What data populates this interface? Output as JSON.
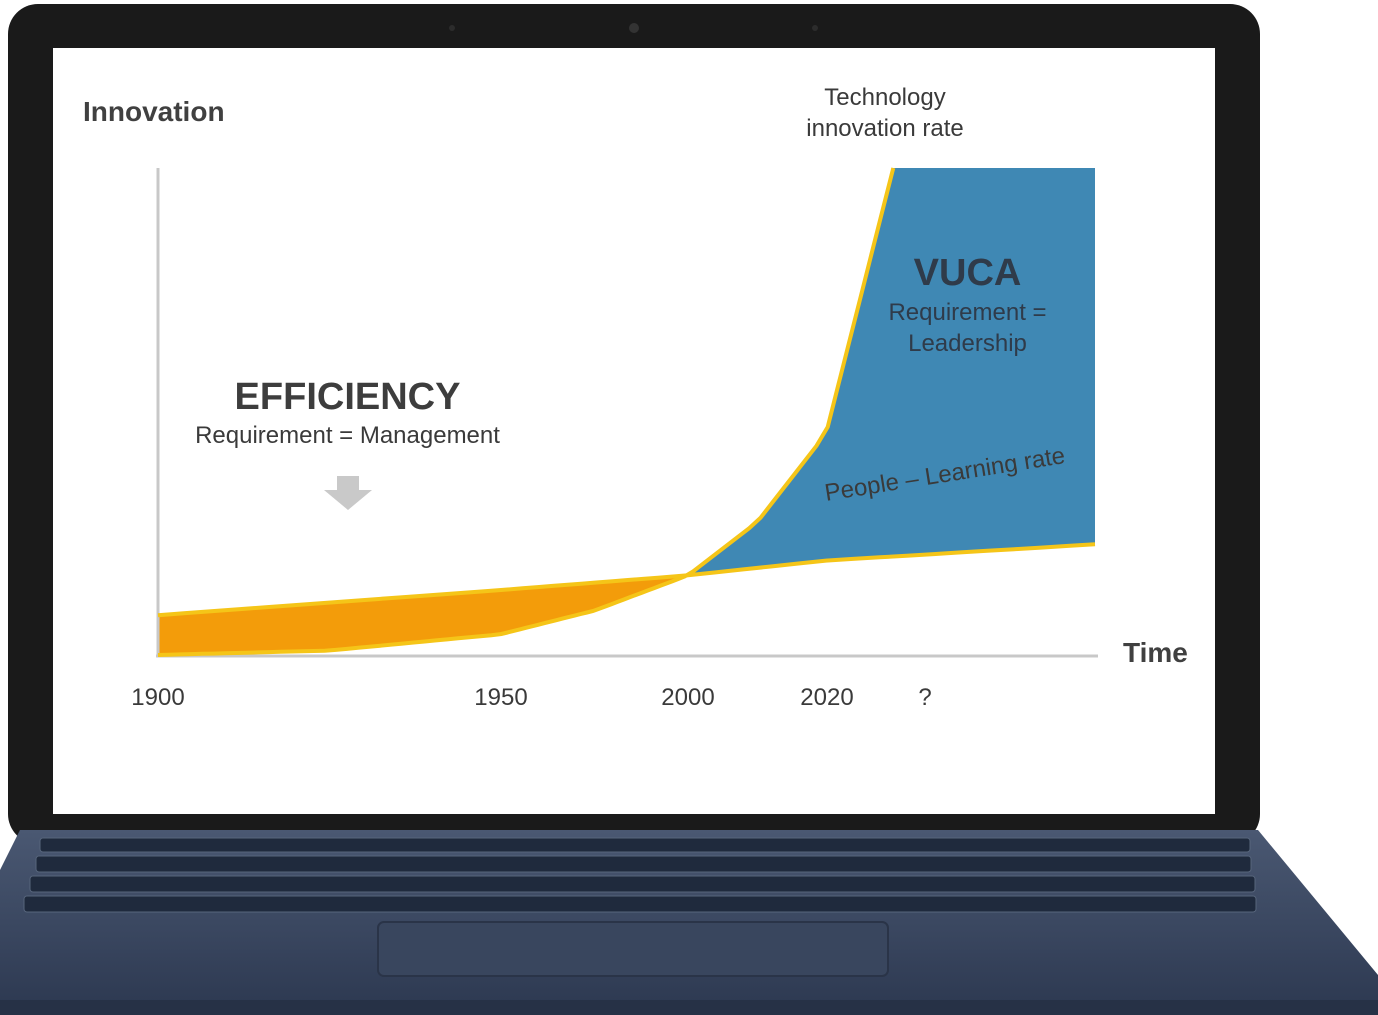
{
  "chart_data": {
    "type": "area",
    "title": "",
    "xlabel": "Time",
    "ylabel": "Innovation",
    "x_ticks": [
      "1900",
      "1950",
      "2000",
      "2020",
      "?"
    ],
    "series": [
      {
        "name": "Technology innovation rate",
        "points": [
          [
            1900,
            0
          ],
          [
            1925,
            0.3
          ],
          [
            1950,
            1.4
          ],
          [
            1975,
            3.0
          ],
          [
            2000,
            5.4
          ],
          [
            2010,
            9.0
          ],
          [
            2020,
            15.0
          ],
          [
            2030,
            33.0
          ]
        ]
      },
      {
        "name": "People – Learning rate",
        "points": [
          [
            1900,
            2.7
          ],
          [
            1950,
            4.4
          ],
          [
            2000,
            5.4
          ],
          [
            2020,
            6.4
          ],
          [
            2060,
            7.5
          ]
        ]
      }
    ],
    "regions": [
      {
        "name": "EFFICIENCY",
        "subtitle": "Requirement  = Management",
        "color": "#f39c0a"
      },
      {
        "name": "VUCA",
        "subtitle": "Requirement  = Leadership",
        "color": "#3f88b4"
      }
    ],
    "annotations": {
      "tech_label": "Technology innovation rate",
      "people_label": "People – Learning rate"
    },
    "colors": {
      "efficiency": "#f39c0a",
      "vuca": "#3f88b4",
      "curve": "#f5c518",
      "axis": "#c8c8c8"
    }
  }
}
